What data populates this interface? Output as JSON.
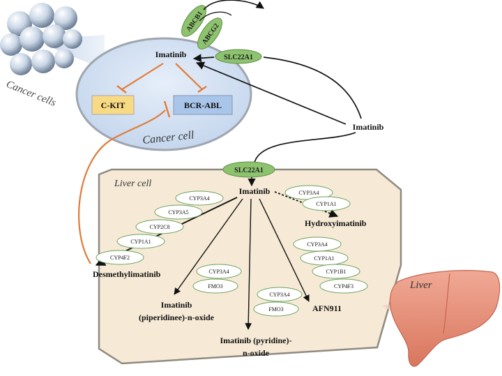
{
  "labels": {
    "cancer_cells": "Cancer cells",
    "cancer_cell": "Cancer cell",
    "liver_cell": "Liver cell",
    "liver": "Liver"
  },
  "transporters": {
    "abcb1": "ABCB1",
    "abcg2": "ABCG2",
    "slc22a1_cancer": "SLC22A1",
    "slc22a1_liver": "SLC22A1"
  },
  "drugs": {
    "imatinib_cancer": "Imatinib",
    "imatinib_external": "Imatinib",
    "imatinib_liver": "Imatinib"
  },
  "targets": {
    "ckit": "C-KIT",
    "bcrabl": "BCR-ABL"
  },
  "metabolites": {
    "desmethyl": "Desmethylimatinib",
    "hydroxy": "Hydroxyimatinib",
    "afn911": "AFN911",
    "piper_line1": "Imatinib",
    "piper_line2": "(piperidinee)-n-oxide",
    "pyrid_line1": "Imatinib (pyridine)-",
    "pyrid_line2": "n-oxide"
  },
  "enzymes": {
    "desmethyl_group": [
      "CYP3A4",
      "CYP3A5",
      "CYP2C8",
      "CYP1A1",
      "CYP4F2"
    ],
    "hydroxy_group": [
      "CYP3A4",
      "CYP1A1"
    ],
    "afn_group": [
      "CYP3A4",
      "CYP1A1",
      "CYP1B1",
      "CYP4F3"
    ],
    "piper_group": [
      "CYP3A4",
      "FMO3"
    ],
    "pyrid_group": [
      "CYP3A4",
      "FMO3"
    ]
  },
  "colors": {
    "liver_cell_fill": "#f6ead6",
    "cancer_cell_fill": "#d2e1f3",
    "transporter_green": "#8dc26f",
    "ckit_fill": "#f8d984",
    "bcrabl_fill": "#a9c6ea",
    "inhibition_orange": "#e07b39",
    "liver_organ": "#e58a73"
  }
}
